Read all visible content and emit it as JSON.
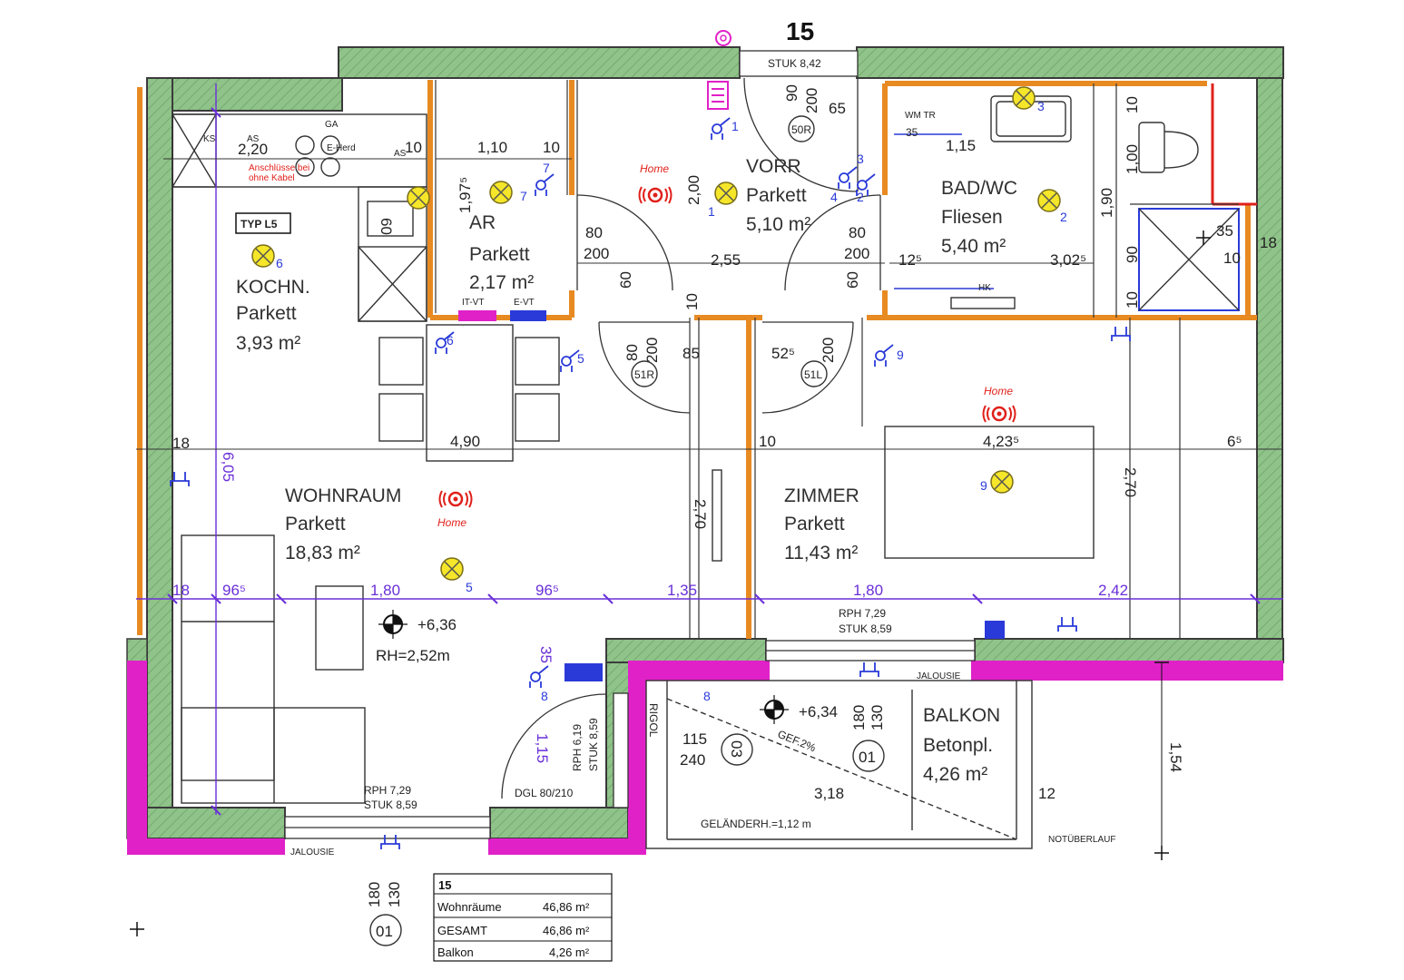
{
  "unit_number": "15",
  "top_label": "STUK 8,42",
  "room_tag": "TYP L5",
  "rooms": {
    "kitchen": {
      "name": "KOCHN.",
      "floor": "Parkett",
      "area": "3,93 m²"
    },
    "storage": {
      "name": "AR",
      "floor": "Parkett",
      "area": "2,17 m²"
    },
    "hall": {
      "name": "VORR",
      "floor": "Parkett",
      "area": "5,10 m²"
    },
    "bath": {
      "name": "BAD/WC",
      "floor": "Fliesen",
      "area": "5,40 m²"
    },
    "living": {
      "name": "WOHNRAUM",
      "floor": "Parkett",
      "area": "18,83 m²"
    },
    "bedroom": {
      "name": "ZIMMER",
      "floor": "Parkett",
      "area": "11,43 m²"
    },
    "balcony": {
      "name": "BALKON",
      "floor": "Betonpl.",
      "area": "4,26 m²"
    }
  },
  "dimensions": {
    "d_220": "2,20",
    "d_110": "1,10",
    "d_10a": "10",
    "d_197": "1,97⁵",
    "d_200a": "2,00",
    "d_80a": "80",
    "d_200b": "200",
    "d_60a": "60",
    "d_255": "2,55",
    "d_80b": "80",
    "d_200c": "200",
    "d_60b": "60",
    "d_125": "12⁵",
    "d_302": "3,02⁵",
    "d_35a": "35",
    "d_115a": "1,15",
    "d_65": "65",
    "d_90": "90",
    "d_200d": "200",
    "d_10b": "10",
    "d_100": "1,00",
    "d_190": "1,90",
    "d_90b": "90",
    "d_10c": "10",
    "d_35b": "35",
    "d_18a": "18",
    "d_10d": "10",
    "d_80c": "80",
    "d_200e": "200",
    "d_85": "85",
    "d_525": "52⁵",
    "d_200f": "200",
    "d_18b": "18",
    "d_490": "4,90",
    "d_10e": "10",
    "d_4235": "4,23⁵",
    "d_65b": "6⁵",
    "d_270a": "2,70",
    "d_270b": "2,70",
    "d_605": "6,05",
    "d_10f": "10",
    "d_18c": "18",
    "d_965a": "96⁵",
    "d_180a": "1,80",
    "d_965b": "96⁵",
    "d_135": "1,35",
    "d_180b": "1,80",
    "d_242": "2,42",
    "d_35c": "35",
    "d_115b": "1,15",
    "d_115c": "115",
    "d_240": "240",
    "d_318": "3,18",
    "d_12": "12",
    "d_154": "1,54",
    "d_180c": "180",
    "d_130a": "130",
    "d_180d": "180",
    "d_130b": "130",
    "d_60c": "60",
    "d_10g": "10"
  },
  "annotations": {
    "level_living": "+6,36",
    "rh_living": "RH=2,52m",
    "level_balcony": "+6,34",
    "rph_bed": "RPH 7,29",
    "stuk_bed": "STUK 8,59",
    "rph_living": "RPH 7,29",
    "stuk_living": "STUK 8,59",
    "rph_door": "RPH 6,19",
    "stuk_door": "STUK 8,59",
    "dgl": "DGL 80/210",
    "gefaelle": "GEF.2%",
    "railing": "GELÄNDERH.=1,12 m",
    "overflow": "NOTÜBERLAUF",
    "rigol": "RIGOL",
    "jalousie_a": "JALOUSIE",
    "jalousie_b": "JALOUSIE",
    "home_a": "Home",
    "home_b": "Home",
    "home_c": "Home",
    "door_50r": "50R",
    "door_51r": "51R",
    "door_51l": "51L",
    "window_03": "03",
    "window_01a": "01",
    "window_01b": "01",
    "it_vt": "IT-VT",
    "e_vt": "E-VT",
    "ks": "KS",
    "as_a": "AS",
    "ga": "GA",
    "e_herd": "E-Herd",
    "as_b": "AS",
    "wm_tr": "WM TR",
    "hk": "HK",
    "kitchen_note_a": "Anschlüsse bei",
    "kitchen_note_b": "ohne Kabel",
    "light_1": "1",
    "light_2": "2",
    "light_3": "3",
    "light_5": "5",
    "light_6": "6",
    "light_7": "7",
    "light_8": "8",
    "light_9": "9",
    "sw_1": "1",
    "sw_2": "2",
    "sw_3": "3",
    "sw_4": "4",
    "sw_5": "5",
    "sw_6": "6",
    "sw_7": "7",
    "sw_8": "8",
    "sw_9": "9"
  },
  "summary": {
    "title": "15",
    "rows": [
      {
        "label": "Wohnräume",
        "value": "46,86 m²"
      },
      {
        "label": "GESAMT",
        "value": "46,86 m²"
      },
      {
        "label": "Balkon",
        "value": "4,26 m²"
      }
    ]
  },
  "colors": {
    "wall_fill": "#8fc389",
    "wall_edge": "#3b3b3b",
    "inner_wall": "#e88a22",
    "exterior_pink": "#e021c8",
    "dimension": "#6a2fd8",
    "electric_blue": "#2a3ad8",
    "lamp": "#f5e629",
    "alarm_red": "#e0201a"
  }
}
